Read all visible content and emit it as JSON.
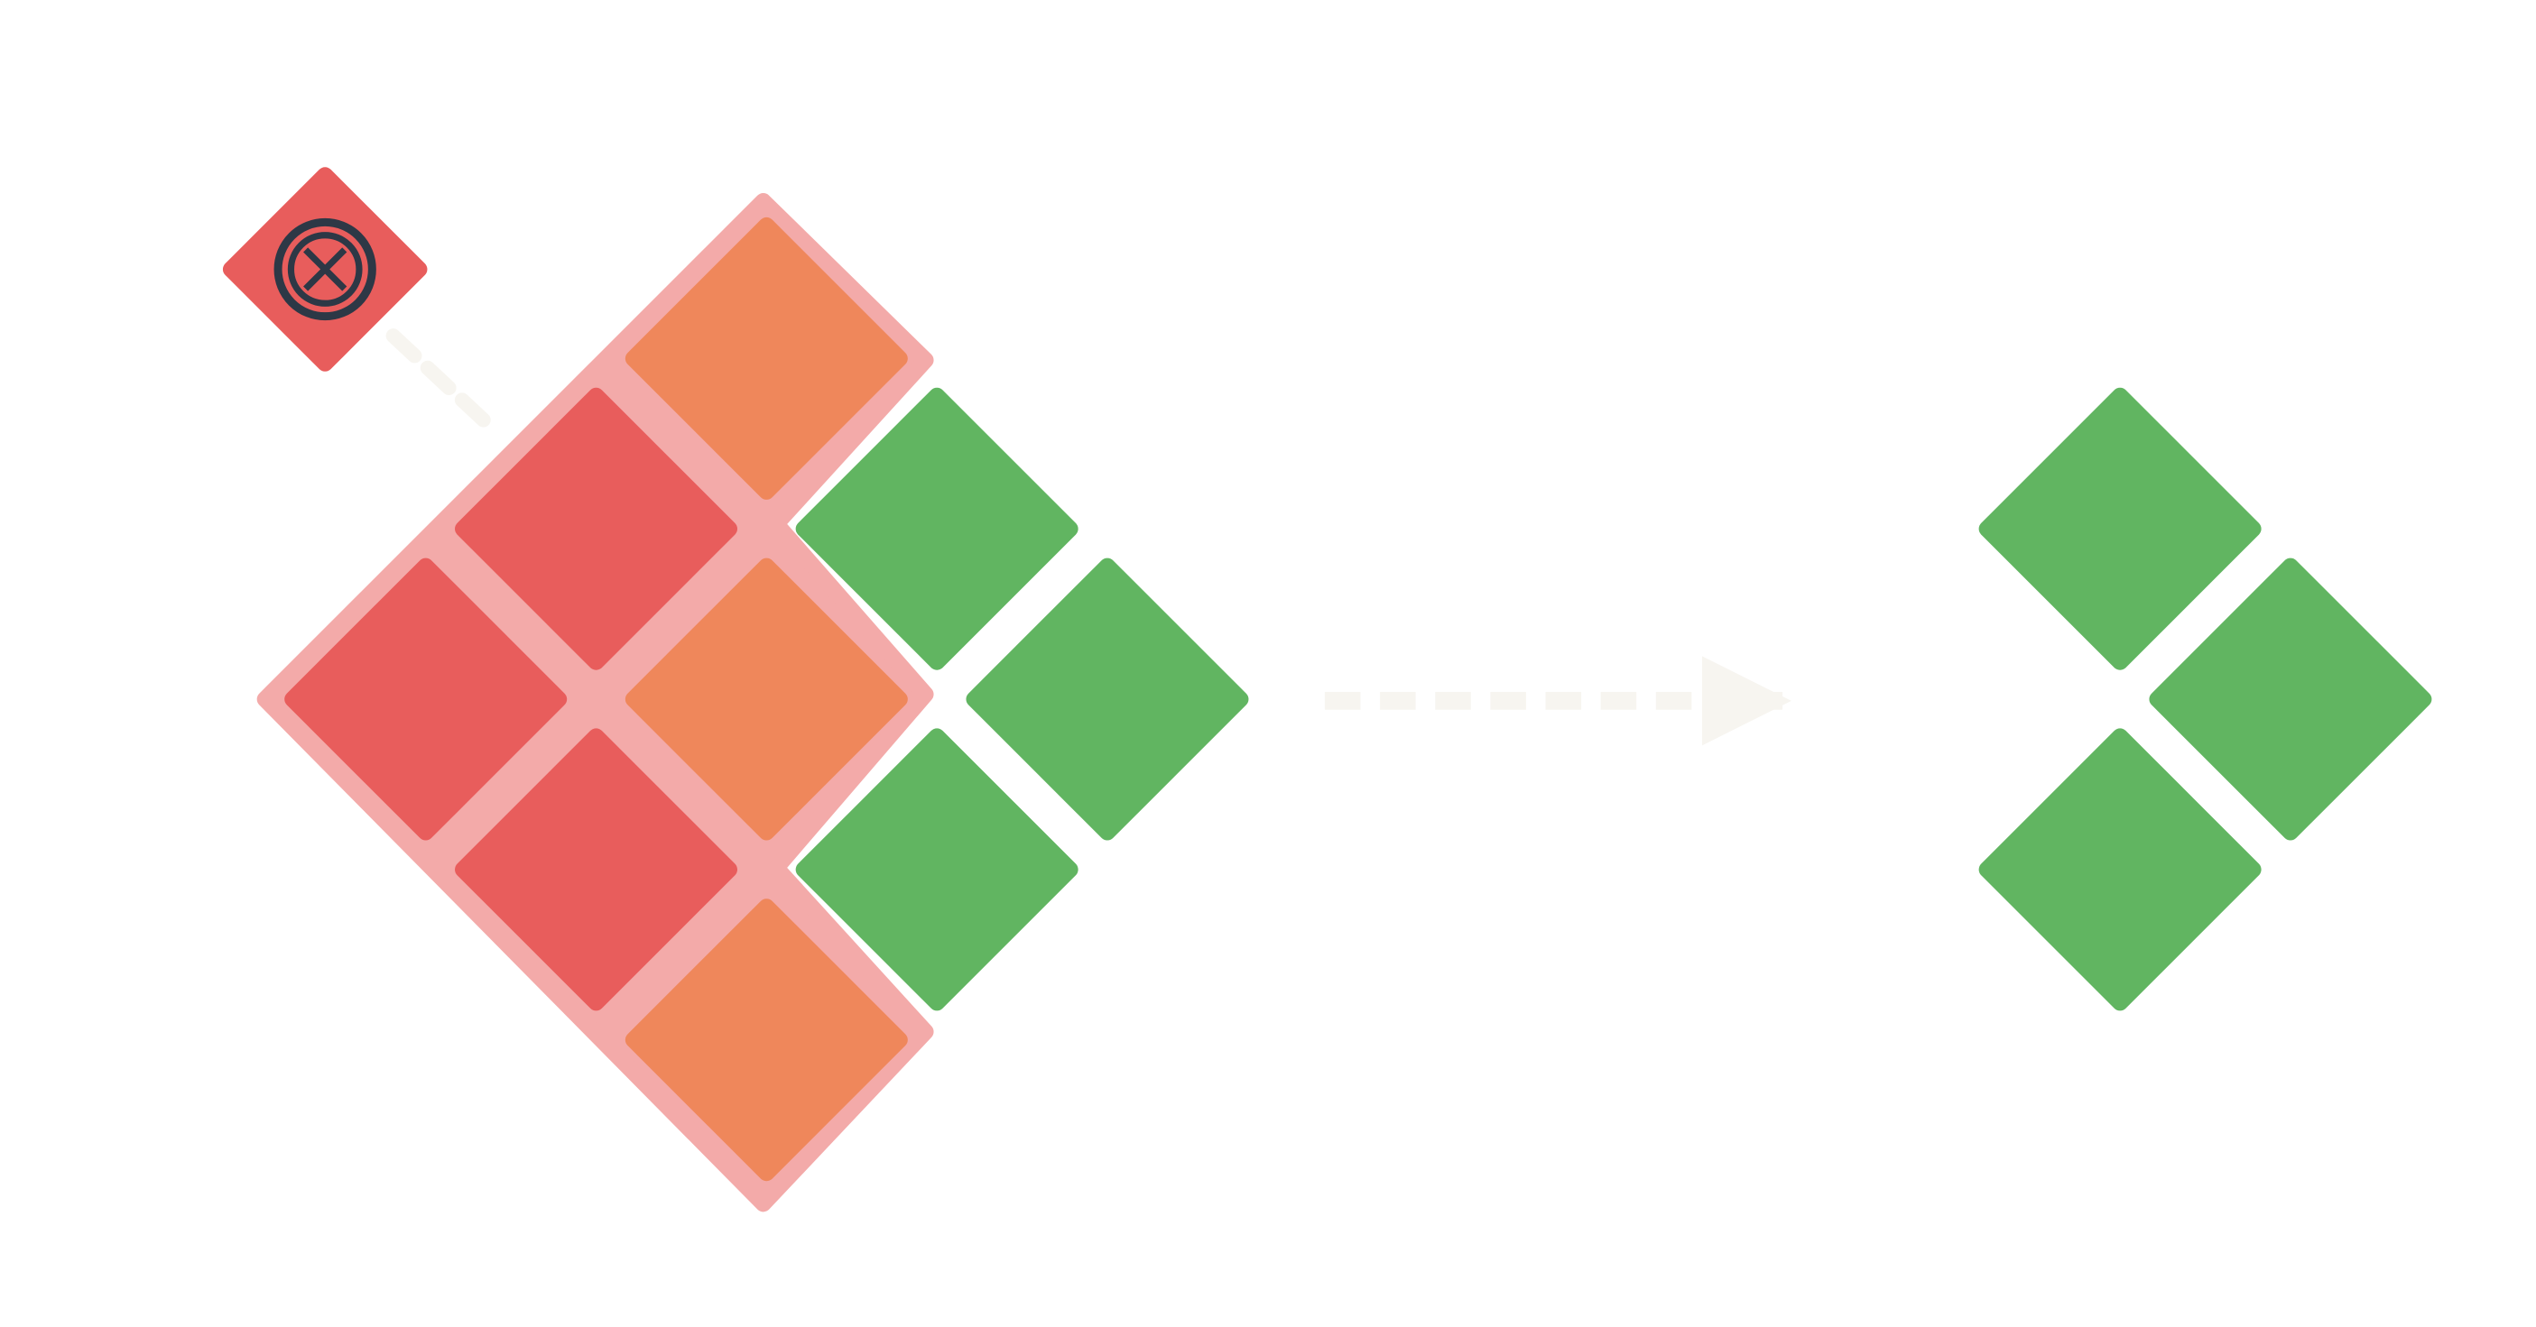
{
  "colors": {
    "background": "#ffffff",
    "removed_red": "#e85d5c",
    "removed_orange": "#ef875b",
    "kept_green": "#61b561",
    "highlight_pink": "#f3aaa9",
    "arrow_beige": "#f7f5f0",
    "icon_dark": "#2d3846"
  },
  "icons": {
    "remove_marker": "circle-x-icon"
  },
  "grid": {
    "before": {
      "tiles": [
        {
          "r": 0,
          "c": 0,
          "state": "removed",
          "color": "removed_red"
        },
        {
          "r": 0,
          "c": 1,
          "state": "removed",
          "color": "removed_red"
        },
        {
          "r": 0,
          "c": 2,
          "state": "removed",
          "color": "removed_orange"
        },
        {
          "r": 1,
          "c": 0,
          "state": "removed",
          "color": "removed_red"
        },
        {
          "r": 1,
          "c": 1,
          "state": "removed",
          "color": "removed_orange"
        },
        {
          "r": 1,
          "c": 2,
          "state": "kept",
          "color": "kept_green"
        },
        {
          "r": 2,
          "c": 0,
          "state": "removed",
          "color": "removed_orange"
        },
        {
          "r": 2,
          "c": 1,
          "state": "kept",
          "color": "kept_green"
        },
        {
          "r": 2,
          "c": 2,
          "state": "kept",
          "color": "kept_green"
        }
      ]
    },
    "after": {
      "tiles": [
        {
          "r": 1,
          "c": 2,
          "state": "kept",
          "color": "kept_green"
        },
        {
          "r": 2,
          "c": 1,
          "state": "kept",
          "color": "kept_green"
        },
        {
          "r": 2,
          "c": 2,
          "state": "kept",
          "color": "kept_green"
        }
      ]
    }
  }
}
